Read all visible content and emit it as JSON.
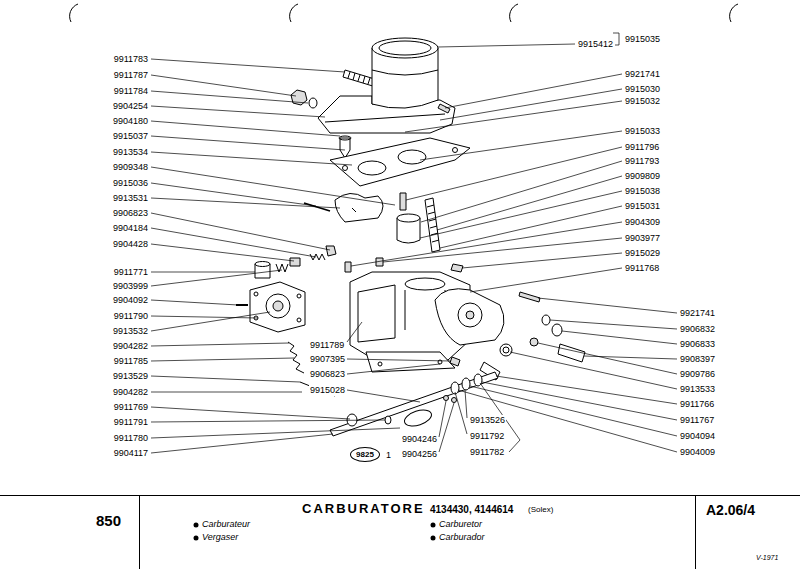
{
  "diagram": {
    "nodes": [
      {
        "text": [
          "9825"
        ]
      },
      {
        "text": [
          "850"
        ]
      },
      {
        "text": [
          "CARBURATORE",
          "4134430, 4144614",
          "(Solex)",
          "Carburateur",
          "Vergaser",
          "Carburetor",
          "Carburador"
        ]
      },
      {
        "text": [
          "A2.06/4",
          "V-1971"
        ]
      }
    ],
    "labels": [
      "9911783",
      "9911787",
      "9911784",
      "9904254",
      "9904180",
      "9915037",
      "9913534",
      "9909348",
      "9915036",
      "9913531",
      "9906823",
      "9904184",
      "9904428",
      "9911771",
      "9903999",
      "9904092",
      "9911790",
      "9913532",
      "9904282",
      "9911785",
      "9913529",
      "9904282",
      "9911769",
      "9911791",
      "9911780",
      "9904117",
      "9915412",
      "9915035",
      "9921741",
      "9915030",
      "9915032",
      "9915033",
      "9911796",
      "9911793",
      "9909809",
      "9915038",
      "9915031",
      "9904309",
      "9903977",
      "9915029",
      "9911768",
      "9911789",
      "9907395",
      "9906823",
      "9915028",
      "9921741",
      "9906832",
      "9906833",
      "9908397",
      "9909786",
      "9913533",
      "9911766",
      "9911767",
      "9904094",
      "9904009",
      "9913526",
      "9911792",
      "9911782",
      "9904246",
      "9904256",
      "1"
    ]
  }
}
